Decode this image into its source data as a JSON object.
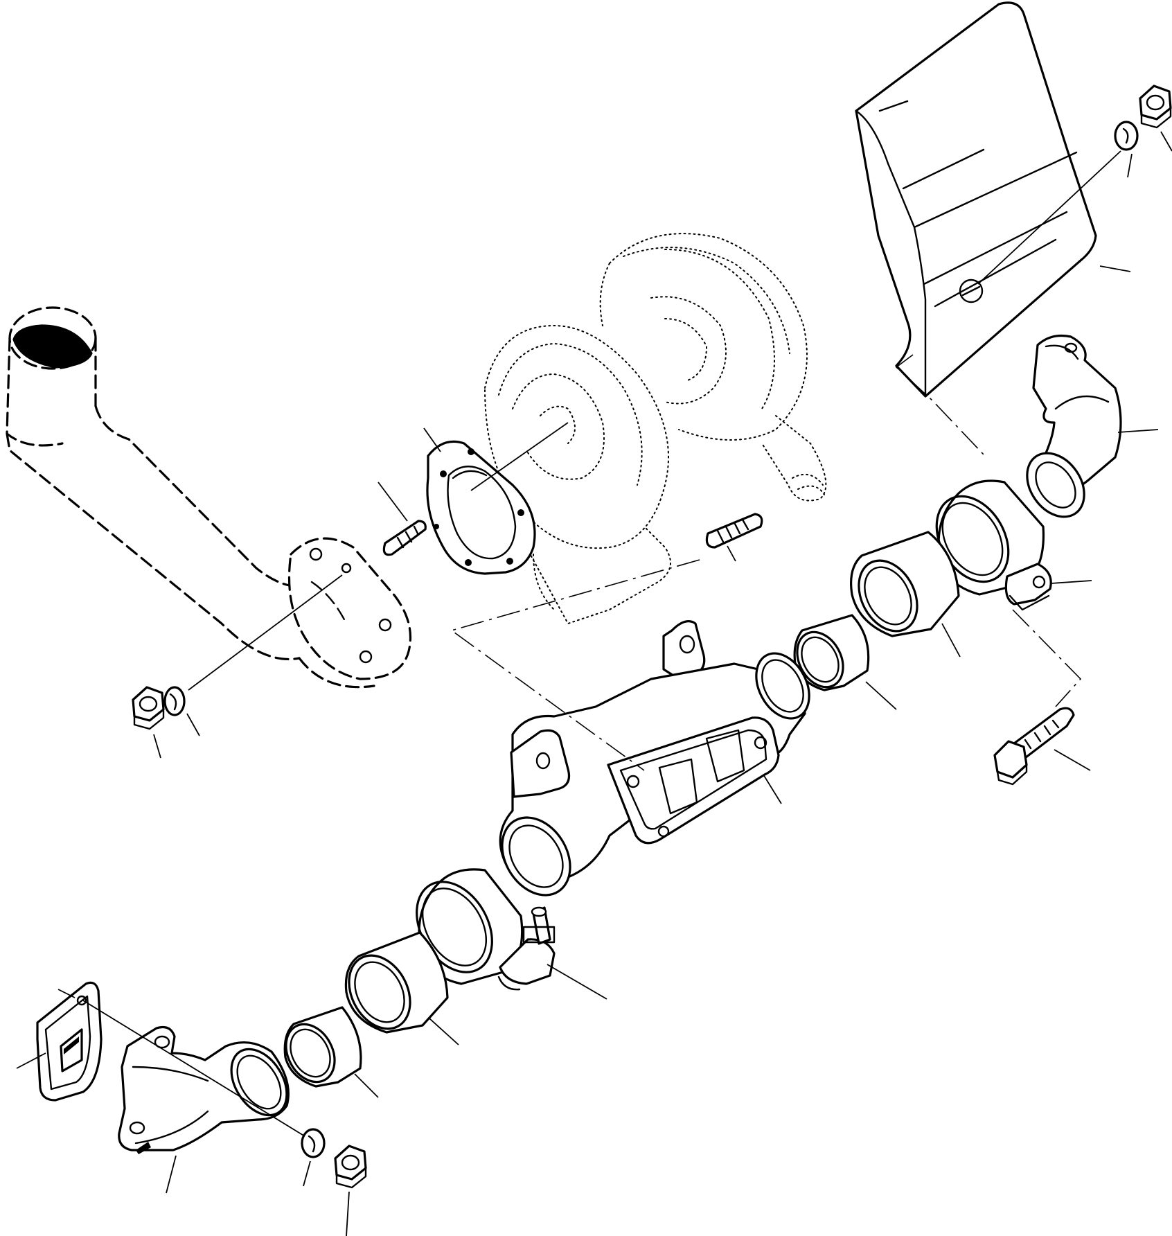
{
  "colors": {
    "ink": "#000000",
    "paper": "#ffffff"
  },
  "drawing": {
    "style": "exploded parts view, line art, no callout numbers printed",
    "parts": [
      {
        "id": "heat-shield",
        "kind": "plate"
      },
      {
        "id": "nut-top-right",
        "kind": "hex nut"
      },
      {
        "id": "washer-top-right",
        "kind": "lock washer"
      },
      {
        "id": "elbow-right",
        "kind": "elbow pipe"
      },
      {
        "id": "clamp-right",
        "kind": "band clamp"
      },
      {
        "id": "sleeve-right-large",
        "kind": "sleeve"
      },
      {
        "id": "sleeve-right-small",
        "kind": "sleeve"
      },
      {
        "id": "bolt-right",
        "kind": "hex bolt"
      },
      {
        "id": "exhaust-manifold",
        "kind": "manifold"
      },
      {
        "id": "turbocharger",
        "kind": "turbocharger (reference, dotted)"
      },
      {
        "id": "turbo-gasket",
        "kind": "gasket"
      },
      {
        "id": "stud-left",
        "kind": "stud"
      },
      {
        "id": "stud-right",
        "kind": "stud"
      },
      {
        "id": "exhaust-pipe",
        "kind": "exhaust pipe (reference, dashed)"
      },
      {
        "id": "nut-left",
        "kind": "hex nut"
      },
      {
        "id": "washer-left",
        "kind": "lock washer"
      },
      {
        "id": "clamp-left",
        "kind": "band clamp"
      },
      {
        "id": "sleeve-left-large",
        "kind": "sleeve"
      },
      {
        "id": "sleeve-left-small",
        "kind": "sleeve"
      },
      {
        "id": "elbow-left",
        "kind": "elbow pipe"
      },
      {
        "id": "gasket-left",
        "kind": "gasket"
      },
      {
        "id": "washer-bottom",
        "kind": "lock washer"
      },
      {
        "id": "nut-bottom",
        "kind": "hex nut"
      }
    ]
  }
}
